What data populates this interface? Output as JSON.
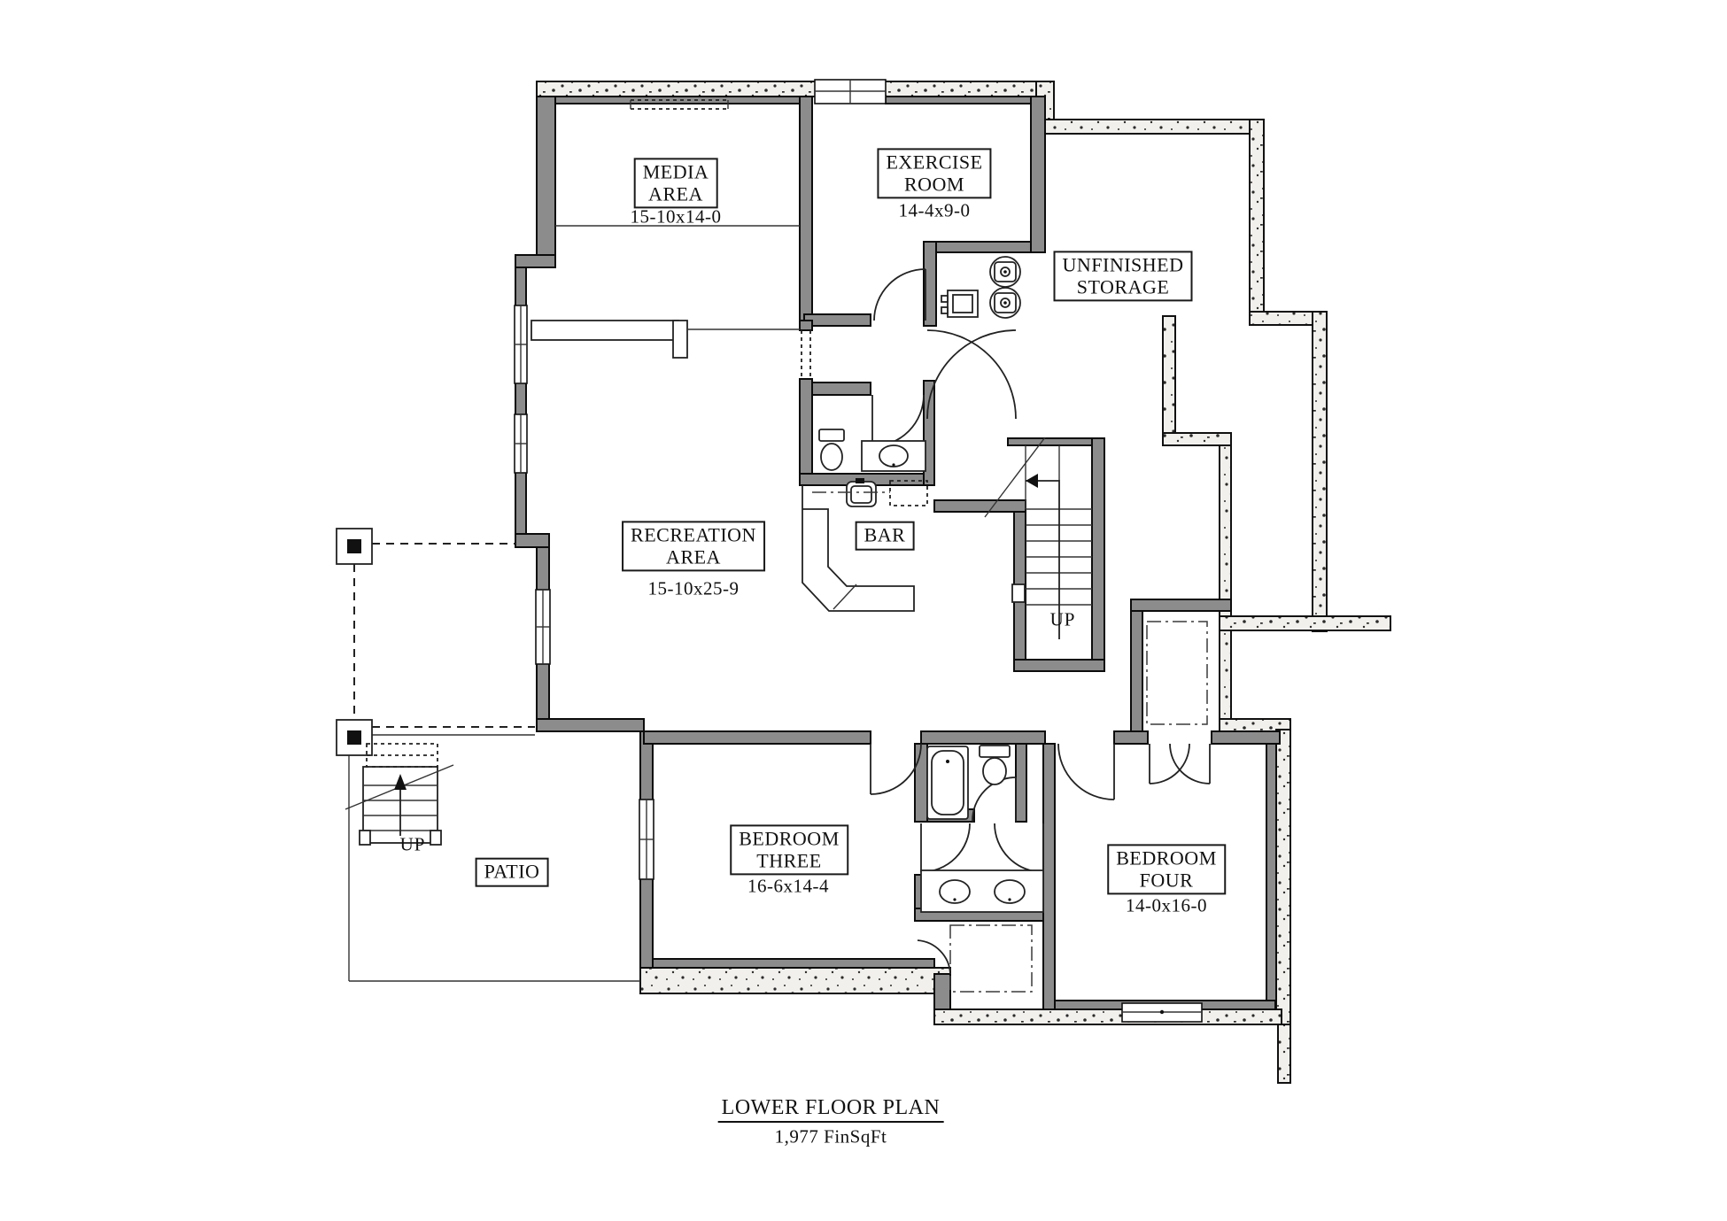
{
  "document": {
    "title": "LOWER FLOOR PLAN",
    "subtitle": "1,977 FinSqFt"
  },
  "rooms": {
    "media": {
      "line1": "MEDIA",
      "line2": "AREA",
      "dim": "15-10x14-0"
    },
    "exercise": {
      "line1": "EXERCISE",
      "line2": "ROOM",
      "dim": "14-4x9-0"
    },
    "storage": {
      "line1": "UNFINISHED",
      "line2": "STORAGE"
    },
    "recreation": {
      "line1": "RECREATION",
      "line2": "AREA",
      "dim": "15-10x25-9"
    },
    "bar": {
      "line1": "BAR"
    },
    "bedroom3": {
      "line1": "BEDROOM",
      "line2": "THREE",
      "dim": "16-6x14-4"
    },
    "bedroom4": {
      "line1": "BEDROOM",
      "line2": "FOUR",
      "dim": "14-0x16-0"
    },
    "patio": {
      "line1": "PATIO"
    }
  },
  "annotations": {
    "stairs_main_up": "UP",
    "stairs_patio_up": "UP"
  },
  "icons": {
    "toilet": "tank+oval-bowl shape",
    "sink": "oval-basin shape",
    "bathtub": "rounded-rect shape",
    "water_heater": "circle-with-core shape",
    "furnace": "rect-with-tabs shape",
    "stairs": "tread-lines+up-arrow",
    "deck_post": "square-with-filled-center",
    "door": "quarter-arc swing"
  },
  "colors": {
    "background": "#ffffff",
    "interior_wall_gray": "#8c8c8c",
    "concrete_fill": "#f1f0ec",
    "line": "#1a1a1a"
  }
}
